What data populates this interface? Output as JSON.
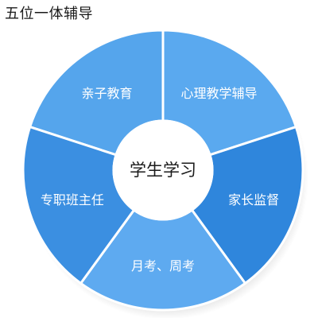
{
  "title": "五位一体辅导",
  "center": {
    "label": "学生学习"
  },
  "segments": [
    {
      "label": "亲子教育",
      "color": "#55a5ec",
      "icon": "segment-icon"
    },
    {
      "label": "心理教学辅导",
      "color": "#5aa9ef",
      "icon": "segment-icon"
    },
    {
      "label": "家长监督",
      "color": "#2f86dc",
      "icon": "segment-icon"
    },
    {
      "label": "月考、周考",
      "color": "#5eaaf0",
      "icon": "segment-icon"
    },
    {
      "label": "专职班主任",
      "color": "#3b8fe1",
      "icon": "segment-icon"
    }
  ],
  "colors": {
    "ring_border": "#ffffff",
    "center_fill": "#ffffff",
    "shadow": "#9e9e9e"
  }
}
